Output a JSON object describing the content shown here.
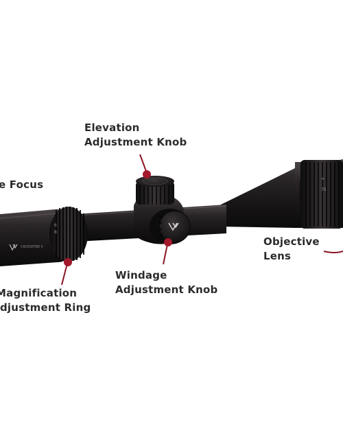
{
  "labels": {
    "elevation": {
      "line1": "Elevation",
      "line2": "Adjustment Knob"
    },
    "eyepiece_focus": {
      "line1": "e Focus"
    },
    "objective": {
      "line1": "Objective",
      "line2": "Lens"
    },
    "windage": {
      "line1": "Windage",
      "line2": "Adjustment Knob"
    },
    "magnification": {
      "line1": "Magnification",
      "line2": "djustment Ring"
    }
  },
  "colors": {
    "body": "#1c1a1b",
    "highlight": "#4a4445",
    "marker": "#a3182b",
    "leader": "#8a1525",
    "text": "#2b2b2b"
  },
  "icons": {
    "brand_logo": "vortex-v-logo"
  }
}
